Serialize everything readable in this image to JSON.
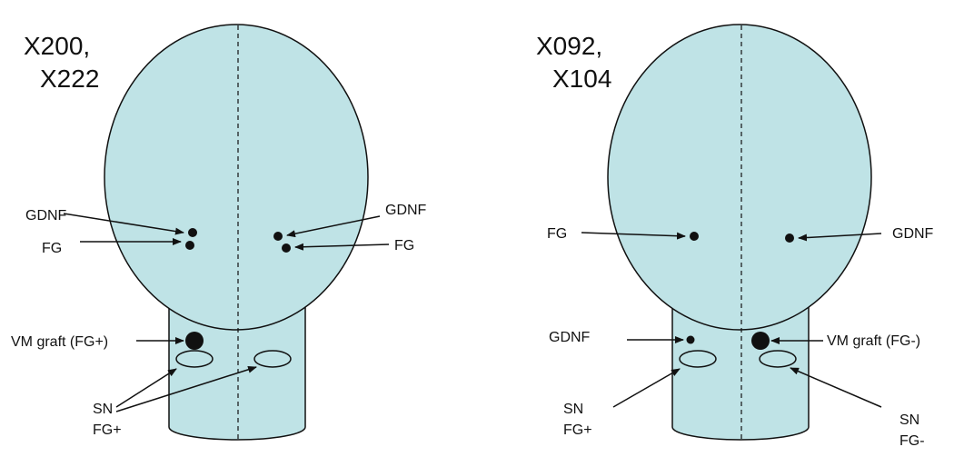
{
  "colors": {
    "brain_fill": "#bfe3e6",
    "outline": "#111111",
    "dot": "#111111",
    "background": "#ffffff"
  },
  "left_panel": {
    "title_line1": "X200,",
    "title_line2": "X222",
    "labels": {
      "gdnf_left": "GDNF",
      "fg_left": "FG",
      "gdnf_right": "GDNF",
      "fg_right": "FG",
      "vm_graft": "VM graft (FG+)",
      "sn_line1": "SN",
      "sn_line2": "FG+"
    }
  },
  "right_panel": {
    "title_line1": "X092,",
    "title_line2": "X104",
    "labels": {
      "fg": "FG",
      "gdnf_top": "GDNF",
      "gdnf_lower": "GDNF",
      "vm_graft": "VM graft (FG-)",
      "sn_left_line1": "SN",
      "sn_left_line2": "FG+",
      "sn_right_line1": "SN",
      "sn_right_line2": "FG-"
    }
  }
}
